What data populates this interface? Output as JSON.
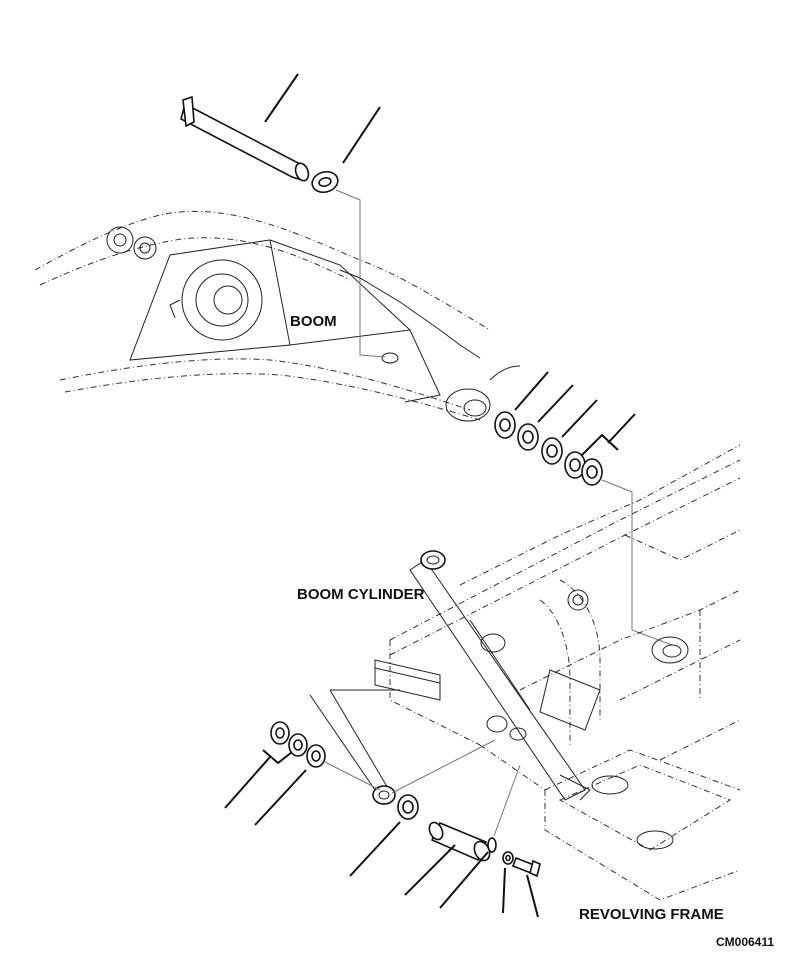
{
  "labels": {
    "boom": "BOOM",
    "boom_cylinder": "BOOM CYLINDER",
    "revolving_frame": "REVOLVING FRAME",
    "figure_code": "CM006411"
  }
}
